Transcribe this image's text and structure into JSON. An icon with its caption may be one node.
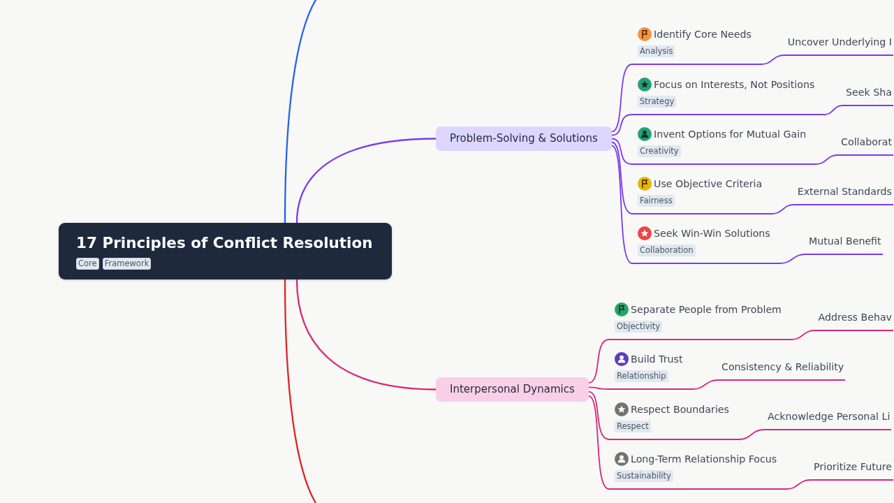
{
  "diagram": {
    "nodes": [
      {
        "text": [
          "17 Principles of Conflict Resolution",
          "Core",
          "Framework"
        ]
      },
      {
        "text": [
          "Problem-Solving & Solutions"
        ]
      },
      {
        "text": [
          "Identify Core Needs",
          "Analysis"
        ]
      },
      {
        "text": [
          "Uncover Underlying I"
        ]
      },
      {
        "text": [
          "Focus on Interests, Not Positions",
          "Strategy"
        ]
      },
      {
        "text": [
          "Seek Sha"
        ]
      },
      {
        "text": [
          "Invent Options for Mutual Gain",
          "Creativity"
        ]
      },
      {
        "text": [
          "Collaborat"
        ]
      },
      {
        "text": [
          "Use Objective Criteria",
          "Fairness"
        ]
      },
      {
        "text": [
          "External Standards"
        ]
      },
      {
        "text": [
          "Seek Win-Win Solutions",
          "Collaboration"
        ]
      },
      {
        "text": [
          "Mutual Benefit"
        ]
      },
      {
        "text": [
          "Interpersonal Dynamics"
        ]
      },
      {
        "text": [
          "Separate People from Problem",
          "Objectivity"
        ]
      },
      {
        "text": [
          "Address Behav"
        ]
      },
      {
        "text": [
          "Build Trust",
          "Relationship"
        ]
      },
      {
        "text": [
          "Consistency & Reliability"
        ]
      },
      {
        "text": [
          "Respect Boundaries",
          "Respect"
        ]
      },
      {
        "text": [
          "Acknowledge Personal Li"
        ]
      },
      {
        "text": [
          "Long-Term Relationship Focus",
          "Sustainability"
        ]
      },
      {
        "text": [
          "Prioritize Future"
        ]
      }
    ],
    "edges": [
      {
        "from": 0,
        "to": 1,
        "arrow": "none"
      },
      {
        "from": 0,
        "to": 12,
        "arrow": "none",
        "color": "#db2777"
      },
      {
        "from": 0,
        "to": null,
        "arrow": "none",
        "color": "#2563eb"
      },
      {
        "from": 0,
        "to": null,
        "arrow": "none",
        "color": "#dc2626"
      },
      {
        "from": 1,
        "to": 2,
        "arrow": "none"
      },
      {
        "from": 2,
        "to": 3,
        "arrow": "none"
      },
      {
        "from": 1,
        "to": 4,
        "arrow": "none"
      },
      {
        "from": 4,
        "to": 5,
        "arrow": "none"
      },
      {
        "from": 1,
        "to": 6,
        "arrow": "none"
      },
      {
        "from": 6,
        "to": 7,
        "arrow": "none"
      },
      {
        "from": 1,
        "to": 8,
        "arrow": "none"
      },
      {
        "from": 8,
        "to": 9,
        "arrow": "none"
      },
      {
        "from": 1,
        "to": 10,
        "arrow": "none"
      },
      {
        "from": 10,
        "to": 11,
        "arrow": "none"
      },
      {
        "from": 12,
        "to": 13,
        "arrow": "none",
        "color": "#db2777"
      },
      {
        "from": 13,
        "to": 14,
        "arrow": "none",
        "color": "#db2777"
      },
      {
        "from": 12,
        "to": 15,
        "arrow": "none",
        "color": "#db2777"
      },
      {
        "from": 15,
        "to": 16,
        "arrow": "none",
        "color": "#db2777"
      },
      {
        "from": 12,
        "to": 17,
        "arrow": "none",
        "color": "#db2777"
      },
      {
        "from": 17,
        "to": 18,
        "arrow": "none",
        "color": "#db2777"
      },
      {
        "from": 12,
        "to": 19,
        "arrow": "none",
        "color": "#db2777"
      },
      {
        "from": 19,
        "to": 20,
        "arrow": "none",
        "color": "#db2777"
      }
    ]
  }
}
